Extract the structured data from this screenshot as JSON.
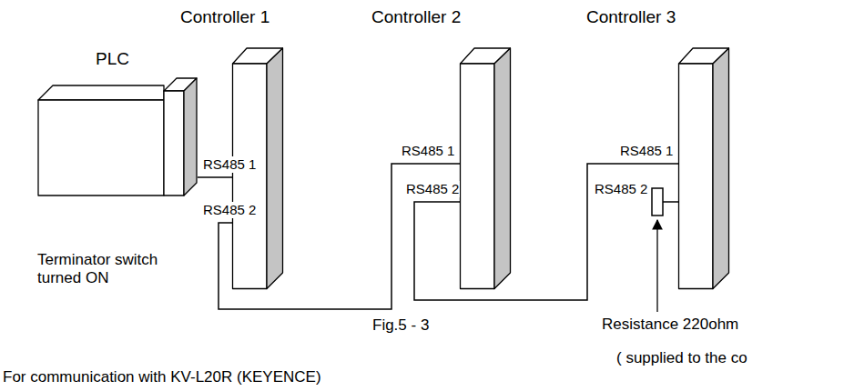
{
  "diagram": {
    "nodes": [
      {
        "text": [
          "PLC"
        ]
      },
      {
        "text": [
          "Controller 1"
        ]
      },
      {
        "text": [
          "Controller 2"
        ]
      },
      {
        "text": [
          "Controller 3"
        ]
      }
    ],
    "edges": [
      {
        "from": 0,
        "to": 1,
        "arrow": "none"
      },
      {
        "from": 1,
        "to": 2,
        "arrow": "none"
      },
      {
        "from": 2,
        "to": 3,
        "arrow": "none"
      }
    ],
    "labels": [
      "RS485 1",
      "RS485 2",
      "RS485 1",
      "RS485 2",
      "RS485 1",
      "RS485 2",
      "Terminator switch turned ON",
      "Fig.5 - 3",
      "Resistance 220ohm",
      "( supplied to the co",
      "For communication with KV-L20R (KEYENCE)"
    ]
  }
}
